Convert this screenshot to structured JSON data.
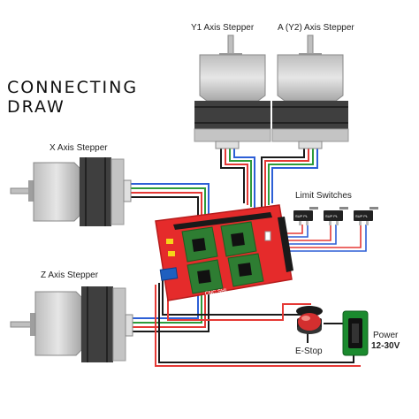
{
  "title": {
    "line1": "CONNECTING",
    "line2": "DRAW"
  },
  "labels": {
    "y1": "Y1 Axis Stepper",
    "y2": "A (Y2) Axis Stepper",
    "x": "X Axis Stepper",
    "z": "Z Axis Stepper",
    "limits": "Limit Switches",
    "estop": "E-Stop",
    "power": "Power",
    "power_voltage": "12-30V",
    "board_text": "CNC SHI",
    "switch_label": "SUP PL"
  },
  "colors": {
    "board": "#e52b2b",
    "board_dark": "#b71c1c",
    "driver": "#2e7d32",
    "motor_light": "#cfcfcf",
    "motor_dark": "#4a4a4a",
    "wire_black": "#1a1a1a",
    "wire_red": "#e53935",
    "wire_green": "#2e9b3a",
    "wire_blue": "#2d5fd6",
    "wire_yellow": "#f5d419",
    "power_green": "#1b8a2e",
    "estop_red": "#d32f2f"
  }
}
